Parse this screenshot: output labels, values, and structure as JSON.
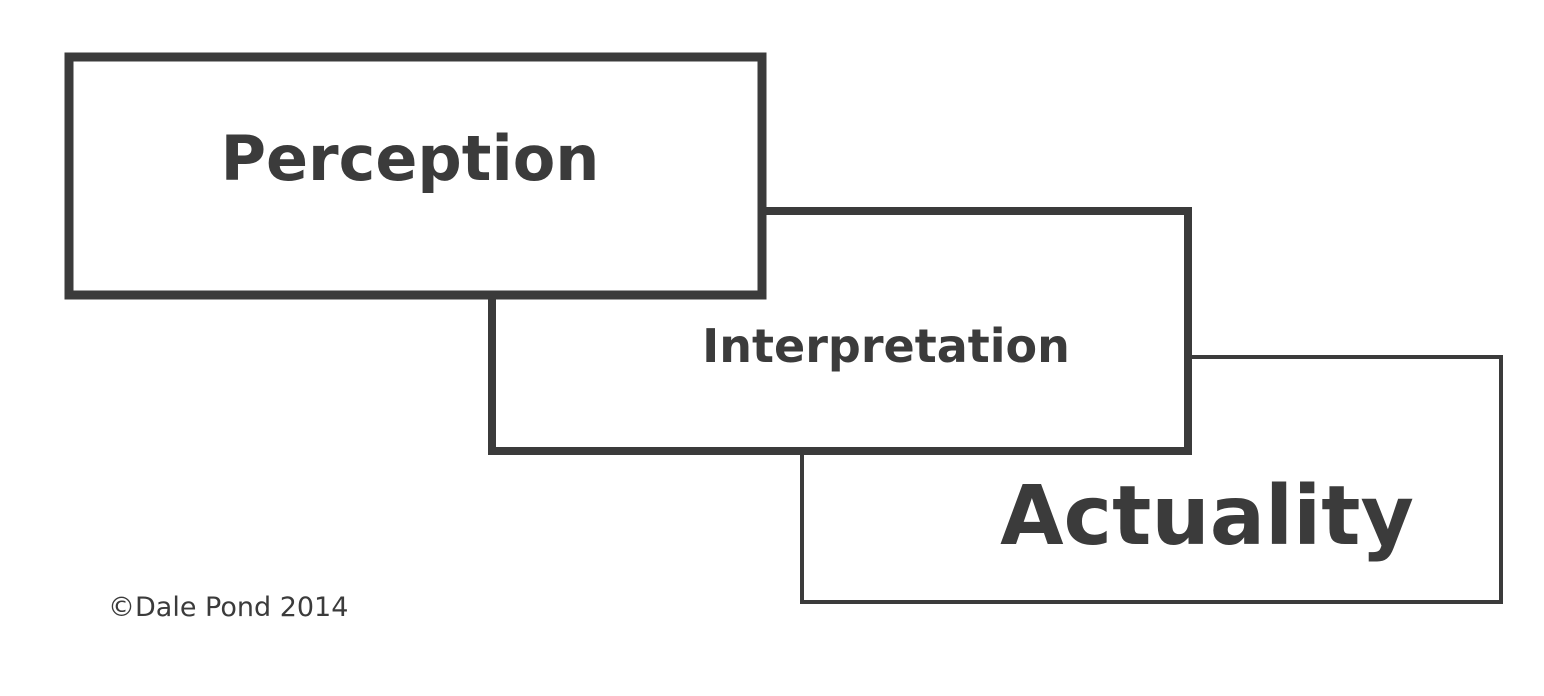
{
  "diagram": {
    "boxes": [
      {
        "id": "perception",
        "label": "Perception"
      },
      {
        "id": "interpretation",
        "label": "Interpretation"
      },
      {
        "id": "actuality",
        "label": "Actuality"
      }
    ],
    "copyright": "©Dale Pond 2014",
    "colors": {
      "stroke": "#3b3b3b",
      "text": "#3b3b3b",
      "background": "#ffffff"
    }
  }
}
